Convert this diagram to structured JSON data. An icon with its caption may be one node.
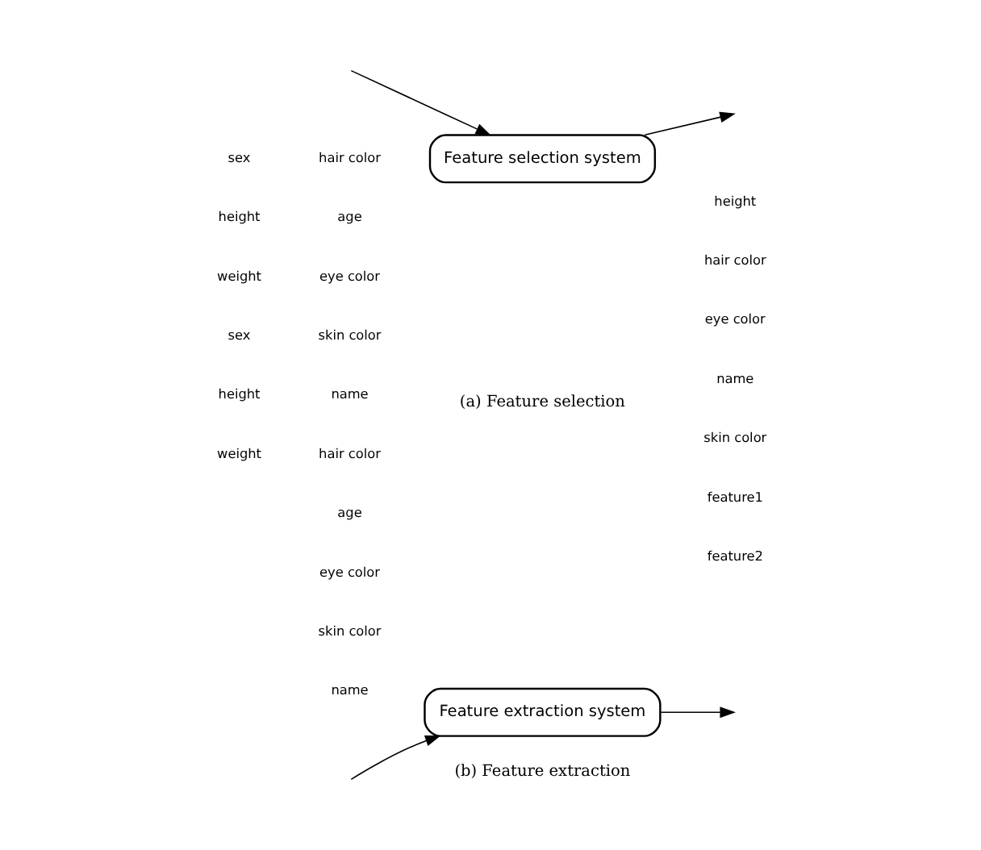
{
  "diagram": {
    "nodes": [
      {
        "text": [
          "Feature selection system"
        ]
      },
      {
        "text": [
          "Feature extraction system"
        ]
      }
    ],
    "edges": [
      {
        "from": null,
        "to": 0,
        "arrow": "to"
      },
      {
        "from": 0,
        "to": null,
        "arrow": "to"
      },
      {
        "from": null,
        "to": 1,
        "arrow": "to"
      },
      {
        "from": 1,
        "to": null,
        "arrow": "to"
      }
    ],
    "labels": [
      "sex",
      "hair color",
      "age",
      "height",
      "eye color",
      "weight",
      "skin color",
      "name",
      "height",
      "hair color",
      "eye color",
      "name",
      "skin color",
      "(a) Feature selection",
      "sex",
      "hair color",
      "age",
      "height",
      "eye color",
      "weight",
      "skin color",
      "name",
      "feature1",
      "feature2",
      "(b) Feature extraction"
    ]
  }
}
